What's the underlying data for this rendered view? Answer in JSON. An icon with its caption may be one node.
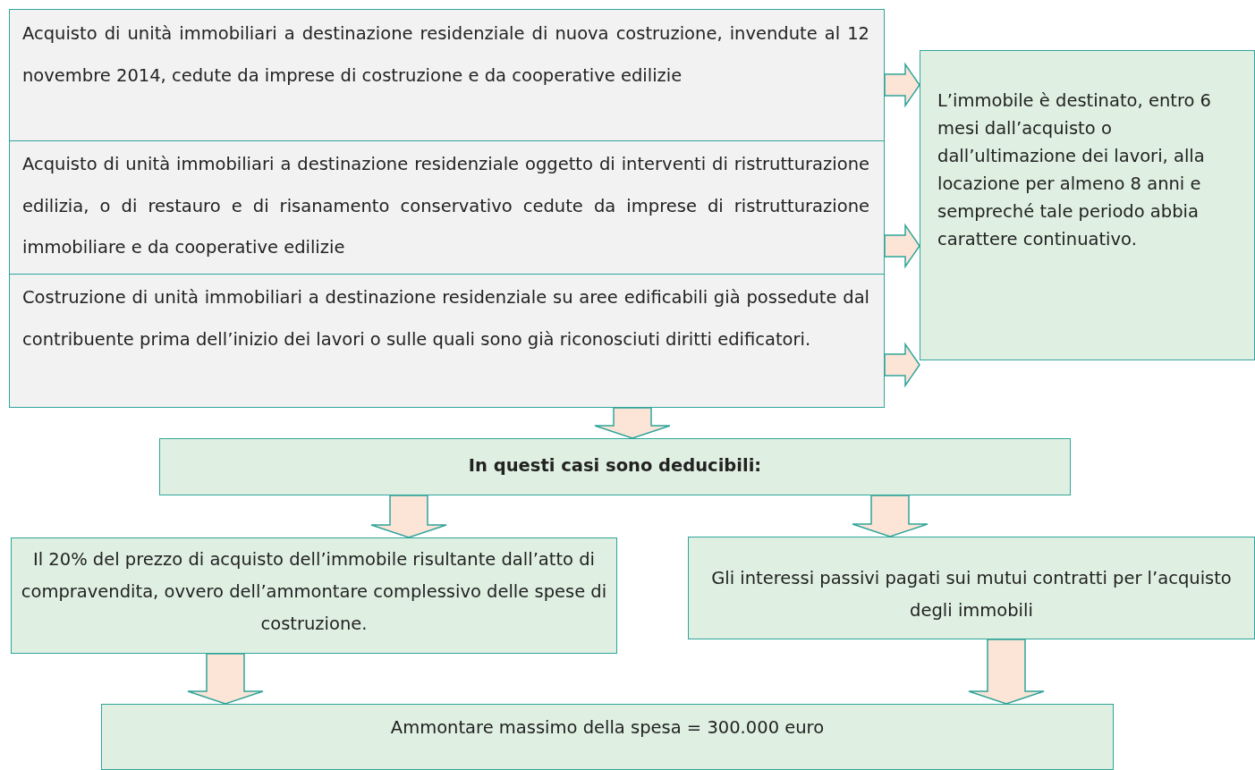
{
  "diagram": {
    "nodes": [
      {
        "text": [
          "Acquisto di unità immobiliari a destinazione residenziale di nuova costruzione, invendute al 12 novembre 2014, cedute da imprese di costruzione e da cooperative edilizie"
        ]
      },
      {
        "text": [
          "Acquisto di unità immobiliari a destinazione residenziale oggetto di interventi di ristrutturazione edilizia, o di restauro e di risanamento conservativo cedute da imprese di ristrutturazione immobiliare e da cooperative edilizie"
        ]
      },
      {
        "text": [
          "Costruzione di unità immobiliari a destinazione residenziale su aree edificabili già possedute dal contribuente prima dell’inizio dei lavori o sulle quali sono già riconosciuti diritti edificatori."
        ]
      },
      {
        "text": [
          "L’immobile è destinato, entro 6 mesi dall’acquisto o dall’ultimazione dei lavori, alla locazione per almeno 8 anni e sempreché tale periodo abbia carattere continuativo."
        ]
      },
      {
        "text": [
          "In questi casi sono deducibili:"
        ]
      },
      {
        "text": [
          "Il 20% del prezzo di acquisto dell’immobile risultante dall’atto di compravendita, ovvero dell’ammontare complessivo delle spese di costruzione."
        ]
      },
      {
        "text": [
          "Gli interessi passivi pagati sui mutui contratti per l’acquisto degli immobili"
        ]
      },
      {
        "text": [
          "Ammontare massimo della spesa = 300.000 euro"
        ]
      }
    ],
    "edges": [
      {
        "from": 0,
        "to": 3,
        "arrow": "to"
      },
      {
        "from": 1,
        "to": 3,
        "arrow": "to"
      },
      {
        "from": 2,
        "to": 3,
        "arrow": "to"
      },
      {
        "from": 2,
        "to": 4,
        "arrow": "to"
      },
      {
        "from": 4,
        "to": 5,
        "arrow": "to"
      },
      {
        "from": 4,
        "to": 6,
        "arrow": "to"
      },
      {
        "from": 5,
        "to": 7,
        "arrow": "to"
      },
      {
        "from": 6,
        "to": 7,
        "arrow": "to"
      }
    ]
  }
}
